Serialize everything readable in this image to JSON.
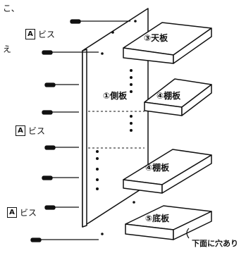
{
  "top_left_text": "こ、",
  "left_fragment": "え",
  "screw_labels": [
    {
      "box": "A",
      "text": "ビス"
    },
    {
      "box": "A",
      "text": "ビス"
    },
    {
      "box": "A",
      "text": "ビス"
    }
  ],
  "parts": {
    "side_panel": "①側板",
    "top_panel": "③天板",
    "shelf_1": "④棚板",
    "shelf_2": "④棚板",
    "bottom_panel": "⑤底板"
  },
  "bottom_note": "下面に穴あり"
}
